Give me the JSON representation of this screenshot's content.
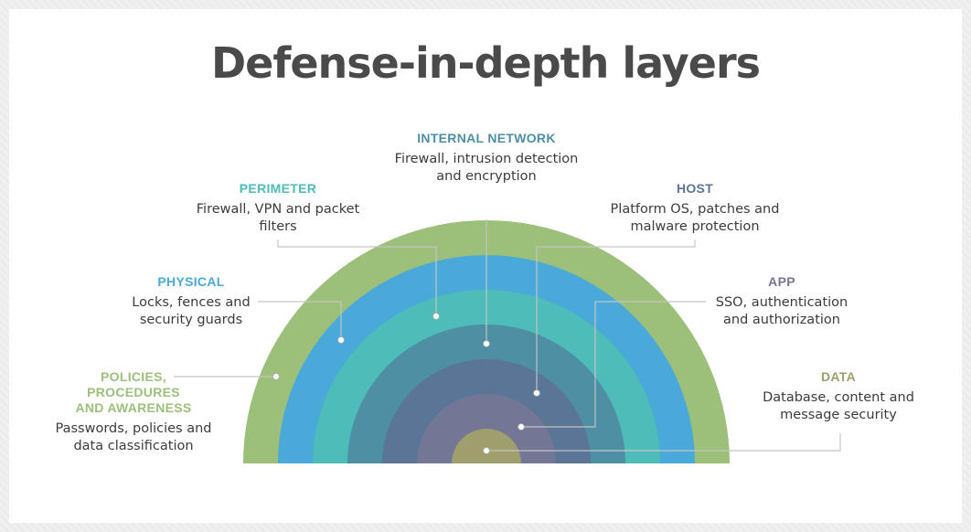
{
  "title": "Defense-in-depth layers",
  "colors": {
    "policies": "#9cc07a",
    "physical": "#4aa9d8",
    "perimeter": "#4ebcb8",
    "internal_network": "#4e8fa3",
    "host": "#5a7595",
    "app": "#747696",
    "data": "#9e9f6c"
  },
  "layers": {
    "internal_network": {
      "heading": "INTERNAL NETWORK",
      "desc1": "Firewall, intrusion detection",
      "desc2": "and encryption"
    },
    "perimeter": {
      "heading": "PERIMETER",
      "desc1": "Firewall, VPN and packet",
      "desc2": "filters"
    },
    "host": {
      "heading": "HOST",
      "desc1": "Platform OS, patches and",
      "desc2": "malware protection"
    },
    "physical": {
      "heading": "PHYSICAL",
      "desc1": "Locks, fences and",
      "desc2": "security guards"
    },
    "app": {
      "heading": "APP",
      "desc1": "SSO, authentication",
      "desc2": "and authorization"
    },
    "policies": {
      "heading1": "POLICIES,",
      "heading2": "PROCEDURES",
      "heading3": "AND AWARENESS",
      "desc1": "Passwords, policies and",
      "desc2": "data classification"
    },
    "data": {
      "heading": "DATA",
      "desc1": "Database, content and",
      "desc2": "message security"
    }
  }
}
